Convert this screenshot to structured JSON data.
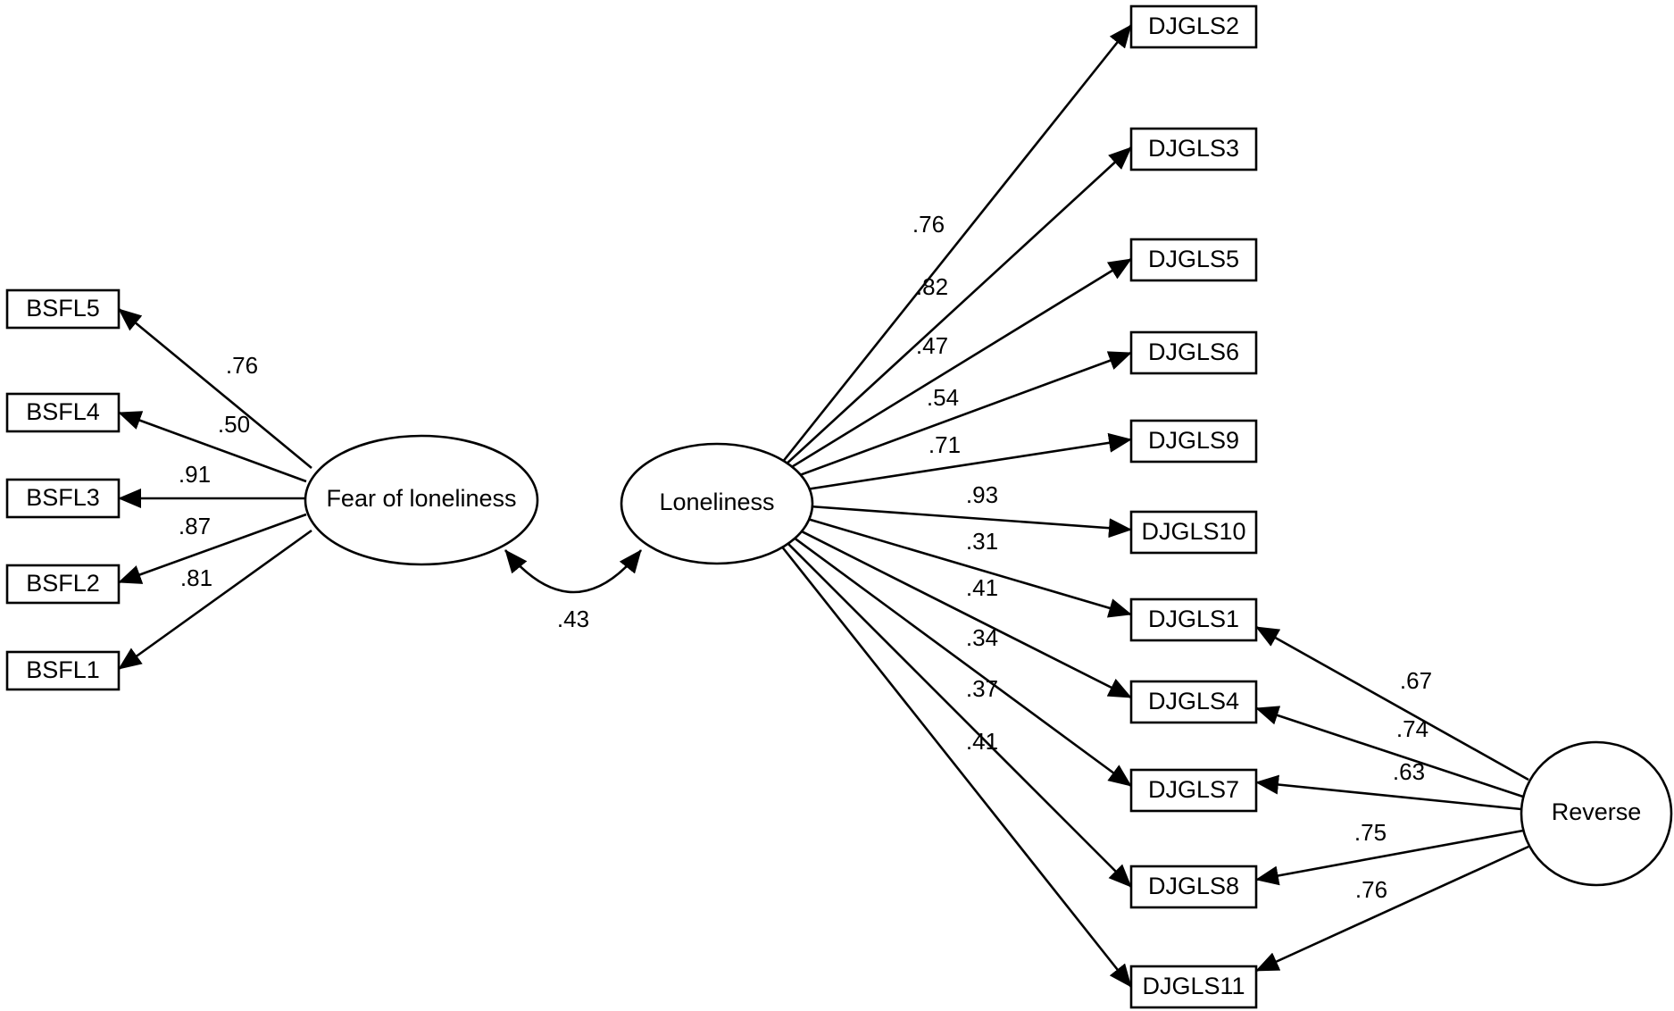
{
  "latent": [
    {
      "id": "fear",
      "label": "Fear of loneliness"
    },
    {
      "id": "lone",
      "label": "Loneliness"
    },
    {
      "id": "rev",
      "label": "Reverse"
    }
  ],
  "indicators": [
    {
      "id": "BSFL5",
      "label": "BSFL5"
    },
    {
      "id": "BSFL4",
      "label": "BSFL4"
    },
    {
      "id": "BSFL3",
      "label": "BSFL3"
    },
    {
      "id": "BSFL2",
      "label": "BSFL2"
    },
    {
      "id": "BSFL1",
      "label": "BSFL1"
    },
    {
      "id": "DJGLS2",
      "label": "DJGLS2"
    },
    {
      "id": "DJGLS3",
      "label": "DJGLS3"
    },
    {
      "id": "DJGLS5",
      "label": "DJGLS5"
    },
    {
      "id": "DJGLS6",
      "label": "DJGLS6"
    },
    {
      "id": "DJGLS9",
      "label": "DJGLS9"
    },
    {
      "id": "DJGLS10",
      "label": "DJGLS10"
    },
    {
      "id": "DJGLS1",
      "label": "DJGLS1"
    },
    {
      "id": "DJGLS4",
      "label": "DJGLS4"
    },
    {
      "id": "DJGLS7",
      "label": "DJGLS7"
    },
    {
      "id": "DJGLS8",
      "label": "DJGLS8"
    },
    {
      "id": "DJGLS11",
      "label": "DJGLS11"
    }
  ],
  "loadings": [
    {
      "from": "fear",
      "to": "BSFL5",
      "value": ".76"
    },
    {
      "from": "fear",
      "to": "BSFL4",
      "value": ".50"
    },
    {
      "from": "fear",
      "to": "BSFL3",
      "value": ".91"
    },
    {
      "from": "fear",
      "to": "BSFL2",
      "value": ".87"
    },
    {
      "from": "fear",
      "to": "BSFL1",
      "value": ".81"
    },
    {
      "from": "lone",
      "to": "DJGLS2",
      "value": ".76"
    },
    {
      "from": "lone",
      "to": "DJGLS3",
      "value": ".82"
    },
    {
      "from": "lone",
      "to": "DJGLS5",
      "value": ".47"
    },
    {
      "from": "lone",
      "to": "DJGLS6",
      "value": ".54"
    },
    {
      "from": "lone",
      "to": "DJGLS9",
      "value": ".71"
    },
    {
      "from": "lone",
      "to": "DJGLS10",
      "value": ".93"
    },
    {
      "from": "lone",
      "to": "DJGLS1",
      "value": ".31"
    },
    {
      "from": "lone",
      "to": "DJGLS4",
      "value": ".41"
    },
    {
      "from": "lone",
      "to": "DJGLS7",
      "value": ".34"
    },
    {
      "from": "lone",
      "to": "DJGLS8",
      "value": ".37"
    },
    {
      "from": "lone",
      "to": "DJGLS11",
      "value": ".41"
    },
    {
      "from": "rev",
      "to": "DJGLS1",
      "value": ".67"
    },
    {
      "from": "rev",
      "to": "DJGLS4",
      "value": ".74"
    },
    {
      "from": "rev",
      "to": "DJGLS7",
      "value": ".63"
    },
    {
      "from": "rev",
      "to": "DJGLS8",
      "value": ".75"
    },
    {
      "from": "rev",
      "to": "DJGLS11",
      "value": ".76"
    }
  ],
  "covariance": {
    "between": [
      "fear",
      "lone"
    ],
    "value": ".43"
  }
}
